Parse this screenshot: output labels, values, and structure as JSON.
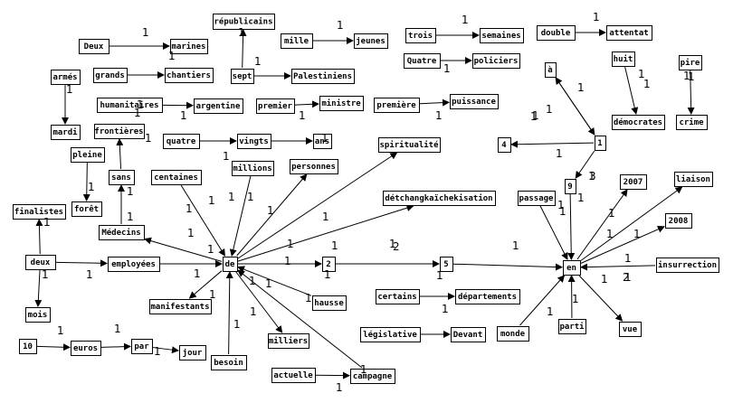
{
  "graph": {
    "nodes": [
      {
        "id": "republicains",
        "label": "républicains"
      },
      {
        "id": "deux_top",
        "label": "Deux"
      },
      {
        "id": "marines",
        "label": "marines"
      },
      {
        "id": "mille",
        "label": "mille"
      },
      {
        "id": "jeunes",
        "label": "jeunes"
      },
      {
        "id": "trois",
        "label": "trois"
      },
      {
        "id": "semaines",
        "label": "semaines"
      },
      {
        "id": "double",
        "label": "double"
      },
      {
        "id": "attentat",
        "label": "attentat"
      },
      {
        "id": "armes",
        "label": "armés"
      },
      {
        "id": "grands",
        "label": "grands"
      },
      {
        "id": "chantiers",
        "label": "chantiers"
      },
      {
        "id": "sept",
        "label": "sept"
      },
      {
        "id": "palestiniens",
        "label": "Palestiniens"
      },
      {
        "id": "quatre_cap",
        "label": "Quatre"
      },
      {
        "id": "policiers",
        "label": "policiers"
      },
      {
        "id": "a_accent",
        "label": "à"
      },
      {
        "id": "huit",
        "label": "huit"
      },
      {
        "id": "pire",
        "label": "pire"
      },
      {
        "id": "humanitaires",
        "label": "humanitaires"
      },
      {
        "id": "argentine",
        "label": "argentine"
      },
      {
        "id": "premier",
        "label": "premier"
      },
      {
        "id": "ministre",
        "label": "ministre"
      },
      {
        "id": "premiere",
        "label": "première"
      },
      {
        "id": "puissance",
        "label": "puissance"
      },
      {
        "id": "mardi",
        "label": "mardi"
      },
      {
        "id": "frontieres",
        "label": "frontières"
      },
      {
        "id": "democrates",
        "label": "démocrates"
      },
      {
        "id": "crime",
        "label": "crime"
      },
      {
        "id": "quatre",
        "label": "quatre"
      },
      {
        "id": "vingts",
        "label": "vingts"
      },
      {
        "id": "ans",
        "label": "ans"
      },
      {
        "id": "spiritualite",
        "label": "spiritualité"
      },
      {
        "id": "n4",
        "label": "4"
      },
      {
        "id": "n1",
        "label": "1"
      },
      {
        "id": "pleine",
        "label": "pleine"
      },
      {
        "id": "millions",
        "label": "millions"
      },
      {
        "id": "personnes",
        "label": "personnes"
      },
      {
        "id": "centaines",
        "label": "centaines"
      },
      {
        "id": "sans",
        "label": "sans"
      },
      {
        "id": "n9",
        "label": "9"
      },
      {
        "id": "n2007",
        "label": "2007"
      },
      {
        "id": "liaison",
        "label": "liaison"
      },
      {
        "id": "foret",
        "label": "forêt"
      },
      {
        "id": "detchang",
        "label": "détchangkaïchekisation"
      },
      {
        "id": "passage",
        "label": "passage"
      },
      {
        "id": "finalistes",
        "label": "finalistes"
      },
      {
        "id": "n2008",
        "label": "2008"
      },
      {
        "id": "medecins",
        "label": "Médecins"
      },
      {
        "id": "deux",
        "label": "deux"
      },
      {
        "id": "employees",
        "label": "employées"
      },
      {
        "id": "de",
        "label": "de"
      },
      {
        "id": "n2",
        "label": "2"
      },
      {
        "id": "n5",
        "label": "5"
      },
      {
        "id": "en",
        "label": "en"
      },
      {
        "id": "insurrection",
        "label": "insurrection"
      },
      {
        "id": "certains",
        "label": "certains"
      },
      {
        "id": "departements",
        "label": "départements"
      },
      {
        "id": "hausse",
        "label": "hausse"
      },
      {
        "id": "manifestants",
        "label": "manifestants"
      },
      {
        "id": "mois",
        "label": "mois"
      },
      {
        "id": "legislative",
        "label": "législative"
      },
      {
        "id": "devant",
        "label": "Devant"
      },
      {
        "id": "monde",
        "label": "monde"
      },
      {
        "id": "parti",
        "label": "parti"
      },
      {
        "id": "vue",
        "label": "vue"
      },
      {
        "id": "milliers",
        "label": "milliers"
      },
      {
        "id": "n10",
        "label": "10"
      },
      {
        "id": "euros",
        "label": "euros"
      },
      {
        "id": "par",
        "label": "par"
      },
      {
        "id": "jour",
        "label": "jour"
      },
      {
        "id": "besoin",
        "label": "besoin"
      },
      {
        "id": "actuelle",
        "label": "actuelle"
      },
      {
        "id": "campagne",
        "label": "campagne"
      }
    ],
    "edges": [
      {
        "from": "deux_top",
        "to": "marines"
      },
      {
        "from": "mille",
        "to": "jeunes"
      },
      {
        "from": "trois",
        "to": "semaines"
      },
      {
        "from": "double",
        "to": "attentat"
      },
      {
        "from": "sept",
        "to": "republicains"
      },
      {
        "from": "sept",
        "to": "palestiniens"
      },
      {
        "from": "grands",
        "to": "chantiers"
      },
      {
        "from": "quatre_cap",
        "to": "policiers"
      },
      {
        "from": "armes",
        "to": "mardi"
      },
      {
        "from": "humanitaires",
        "to": "argentine"
      },
      {
        "from": "premier",
        "to": "ministre"
      },
      {
        "from": "premiere",
        "to": "puissance"
      },
      {
        "from": "huit",
        "to": "democrates"
      },
      {
        "from": "pire",
        "to": "crime"
      },
      {
        "from": "quatre",
        "to": "vingts"
      },
      {
        "from": "vingts",
        "to": "ans"
      },
      {
        "from": "n1",
        "to": "a_accent"
      },
      {
        "from": "a_accent",
        "to": "n1"
      },
      {
        "from": "n1",
        "to": "n4"
      },
      {
        "from": "n1",
        "to": "n9"
      },
      {
        "from": "pleine",
        "to": "foret"
      },
      {
        "from": "sans",
        "to": "frontieres"
      },
      {
        "from": "medecins",
        "to": "sans"
      },
      {
        "from": "deux",
        "to": "finalistes"
      },
      {
        "from": "deux",
        "to": "mois"
      },
      {
        "from": "deux",
        "to": "employees"
      },
      {
        "from": "employees",
        "to": "de"
      },
      {
        "from": "de",
        "to": "medecins"
      },
      {
        "from": "centaines",
        "to": "de"
      },
      {
        "from": "millions",
        "to": "de"
      },
      {
        "from": "de",
        "to": "personnes"
      },
      {
        "from": "de",
        "to": "spiritualite"
      },
      {
        "from": "de",
        "to": "detchang"
      },
      {
        "from": "de",
        "to": "n2"
      },
      {
        "from": "n2",
        "to": "n5"
      },
      {
        "from": "n5",
        "to": "en"
      },
      {
        "from": "de",
        "to": "manifestants"
      },
      {
        "from": "de",
        "to": "milliers"
      },
      {
        "from": "hausse",
        "to": "de"
      },
      {
        "from": "besoin",
        "to": "de"
      },
      {
        "from": "campagne",
        "to": "de"
      },
      {
        "from": "certains",
        "to": "departements"
      },
      {
        "from": "legislative",
        "to": "devant"
      },
      {
        "from": "actuelle",
        "to": "campagne"
      },
      {
        "from": "n10",
        "to": "euros"
      },
      {
        "from": "euros",
        "to": "par"
      },
      {
        "from": "par",
        "to": "jour"
      },
      {
        "from": "passage",
        "to": "en"
      },
      {
        "from": "n9",
        "to": "en"
      },
      {
        "from": "en",
        "to": "n2007"
      },
      {
        "from": "en",
        "to": "liaison"
      },
      {
        "from": "en",
        "to": "n2008"
      },
      {
        "from": "insurrection",
        "to": "en"
      },
      {
        "from": "monde",
        "to": "en"
      },
      {
        "from": "parti",
        "to": "en"
      },
      {
        "from": "en",
        "to": "vue"
      }
    ],
    "weights": [
      "1",
      "1",
      "1",
      "1",
      "1",
      "1",
      "1",
      "1",
      "1",
      "1",
      "1",
      "1",
      "1",
      "1",
      "1",
      "1",
      "1",
      "1",
      "1",
      "1",
      "1",
      "1",
      "1",
      "1",
      "1",
      "1",
      "1",
      "1",
      "1",
      "1",
      "1",
      "1",
      "1",
      "1",
      "1",
      "1",
      "1",
      "1",
      "1",
      "1",
      "1",
      "1",
      "1",
      "1",
      "1",
      "1",
      "1",
      "1",
      "1",
      "1",
      "1",
      "1",
      "1",
      "1",
      "1",
      "1",
      "1",
      "1",
      "1",
      "1",
      "1",
      "1",
      "1",
      "1",
      "1",
      "1",
      "1",
      "1",
      "1",
      "1",
      "1",
      "1",
      "2",
      "2",
      "3"
    ]
  }
}
